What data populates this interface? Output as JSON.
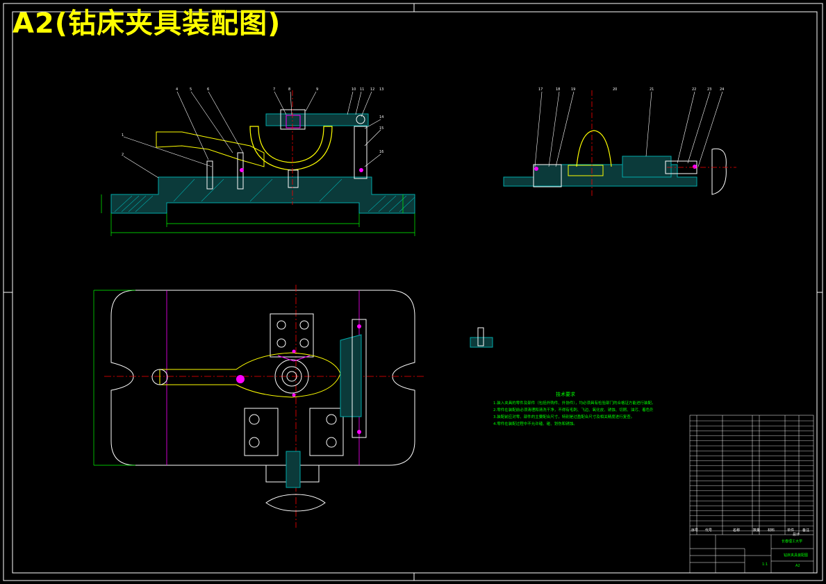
{
  "title": "A2(钻床夹具装配图)",
  "colors": {
    "background": "#000000",
    "outline": "#ffffff",
    "part": "#ffffff",
    "hatch": "#00aaaa",
    "dimension": "#00ff00",
    "centerline": "#ff0000",
    "yellow_part": "#ffff00",
    "magenta_part": "#ff00ff"
  },
  "tech_requirements": {
    "heading": "技术要求",
    "lines": [
      "1.装入夹具的零件及部件（包括外购件、外协件），均必须具有检验部门的合格证方能进行装配。",
      "2.零件在装配前必须清理和清洗干净，不得有毛刺、飞边、氧化皮、锈蚀、切屑、油污、着色剂和灰尘等。",
      "3.装配前应对零、部件的主要配合尺寸，特别是过盈配合尺寸及相关精度进行复查。",
      "4.零件在装配过程中不允许磕、碰、划伤和锈蚀。"
    ]
  },
  "title_block": {
    "school": "长春理工大学",
    "drawing_name": "钻床夹具装配图",
    "scale": "1:1",
    "sheet": "A2",
    "headers": [
      "序号",
      "代号",
      "名称",
      "数量",
      "材料",
      "单件",
      "总计",
      "备注"
    ]
  },
  "balloons_top": [
    "4",
    "5",
    "6",
    "7",
    "8",
    "9",
    "10",
    "11",
    "12",
    "13",
    "14",
    "15",
    "16",
    "1",
    "2"
  ],
  "balloons_right": [
    "17",
    "18",
    "19",
    "20",
    "21",
    "22",
    "23",
    "24"
  ]
}
